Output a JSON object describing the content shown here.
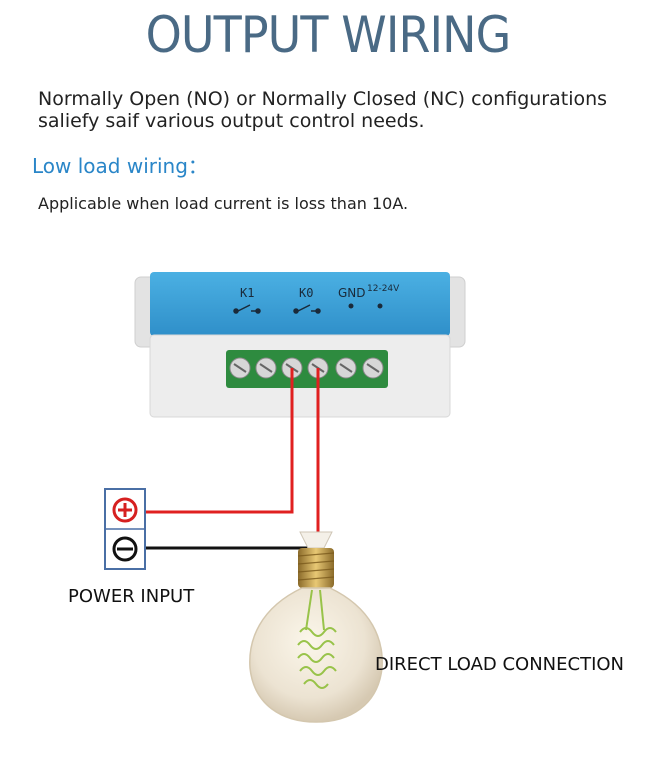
{
  "header": {
    "title": "OUTPUT WIRING",
    "description": "Normally Open (NO) or Normally Closed (NC) configurations saliefy saif various output control needs."
  },
  "section": {
    "title": "Low load wiring：",
    "applicable_text": "Applicable when load current is loss than 10A."
  },
  "module": {
    "labels": {
      "k1": "K1",
      "k0": "K0",
      "gnd": "GND",
      "voltage": "12-24V"
    },
    "colors": {
      "face": "#3fa3d9",
      "body": "#ececec",
      "terminal": "#2e8b3f"
    }
  },
  "power_input": {
    "label": "POWER INPUT",
    "positive_icon": "plus-circle-icon",
    "negative_icon": "minus-circle-icon"
  },
  "load": {
    "label": "DIRECT LOAD CONNECTION",
    "icon": "light-bulb-icon"
  },
  "wires": {
    "positive_color": "#e02020",
    "negative_color": "#111111"
  }
}
